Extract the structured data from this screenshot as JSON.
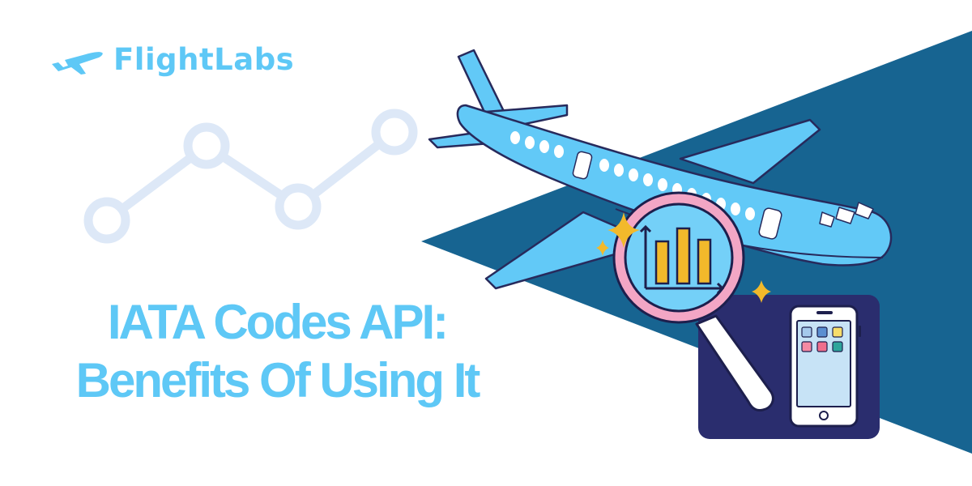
{
  "brand": {
    "name": "FlightLabs",
    "icon": "airplane-icon"
  },
  "headline": {
    "line1": "IATA Codes API:",
    "line2": "Benefits Of Using It"
  },
  "colors": {
    "brand_blue": "#5ec8f6",
    "dark_blue": "#176491",
    "navy": "#2a2d6e",
    "line_graph": "#dde8f7",
    "bar_yellow": "#f2b92b",
    "lens_pink": "#f3a6c5"
  },
  "icons": [
    "airplane-icon",
    "line-graph-decoration",
    "magnifier-icon",
    "bar-chart-icon",
    "sparkle-icon",
    "smartphone-icon"
  ]
}
